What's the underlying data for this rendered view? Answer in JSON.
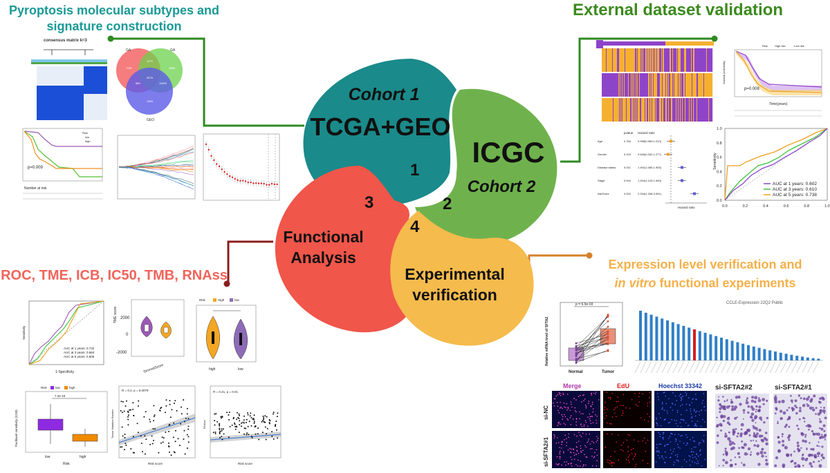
{
  "titles": {
    "tl": "Pyroptosis molecular subtypes and signature construction",
    "tr": "External dataset validation",
    "bl": "ROC, TME, ICB, IC50, TMB, RNAss",
    "br_line1": "Expression level verification and",
    "br_line2_italic": "in vitro",
    "br_line2_rest": " functional experiments"
  },
  "colors": {
    "teal": "#1b8a8a",
    "green": "#6fb24d",
    "red": "#f0564a",
    "orange": "#f5bb4c",
    "title_teal": "#1a9a96",
    "title_green": "#3c8a1e",
    "title_red": "#f0645a",
    "title_orange": "#f5b04a",
    "line_green": "#2f8a22",
    "line_red": "#8b1d1d",
    "line_orange": "#d6802b"
  },
  "center": {
    "teal_cohort": "Cohort 1",
    "teal_main": "TCGA+GEO",
    "teal_num": "1",
    "green_main": "ICGC",
    "green_cohort": "Cohort 2",
    "green_num": "2",
    "red_main_1": "Functional",
    "red_main_2": "Analysis",
    "red_num": "3",
    "orange_main_1": "Experimental",
    "orange_main_2": "verification",
    "orange_num": "4"
  },
  "tl_panels": {
    "consensus_title": "consensus matrix k=3",
    "venn_labels": [
      "GA",
      "GA",
      "GEO"
    ],
    "venn_values": [
      "1781",
      "1179",
      "4888",
      "880",
      "5578",
      "11000",
      "1563"
    ],
    "km_pval": "p=0.009",
    "km_risk_label": "Number at risk",
    "km_legend": [
      "Risk",
      "low",
      "high"
    ]
  },
  "tr_panels": {
    "km_pval": "p=0.008",
    "km_xlabel": "Time(years)",
    "km_ylabel": "Survival probability",
    "km_legend": [
      "Risk",
      "High risk",
      "Low risk"
    ],
    "forest_headers": [
      "pvalue",
      "Hazard ratio"
    ],
    "forest_rows": [
      {
        "name": "Age",
        "p": "0.784",
        "hr": "0.998(0.983-1.013)"
      },
      {
        "name": "Gender",
        "p": "0.102",
        "hr": "0.546(0.342-1.277)"
      },
      {
        "name": "Disease status",
        "p": "0.011",
        "hr": "1.492(1.085-1.963)"
      },
      {
        "name": "Stage",
        "p": "0.004",
        "hr": "1.494(1.125-1.983)"
      },
      {
        "name": "riskScore",
        "p": "0.002",
        "hr": "2.294(1.338-3.951)"
      }
    ],
    "forest_xlabel": "Hazard ratio",
    "roc_ylabel": "Sensitivity",
    "roc_ticks": [
      "0.0",
      "0.2",
      "0.4",
      "0.6",
      "0.8",
      "1.0"
    ],
    "roc_legend": [
      {
        "label": "AUC at 1 years: 0.602",
        "color": "#8e44c9"
      },
      {
        "label": "AUC at 3 years: 0.610",
        "color": "#3cc43c"
      },
      {
        "label": "AUC at 5 years: 0.738",
        "color": "#f0a020"
      }
    ]
  },
  "bl_panels": {
    "roc_legend": [
      "AUC at 1 years: 0.732",
      "AUC at 3 years: 0.684",
      "AUC at 5 years: 0.606"
    ],
    "roc_xlabel": "1-Specificity",
    "roc_ylabel": "Sensitivity",
    "tme_ylabel": "TME score",
    "tme_xlabel": "StromalScore",
    "tme_ticks": [
      "2000",
      "0",
      "-2000"
    ],
    "icb_legend": [
      "Risk",
      "High",
      "low"
    ],
    "icb_xlabels": [
      "high",
      "low"
    ],
    "ic50_legend": [
      "Risk",
      "low",
      "high"
    ],
    "ic50_pval": "7.2e-16",
    "ic50_ylabel": "Paclitaxel sensitivity (IC50)",
    "ic50_xlabels": [
      "low",
      "high"
    ],
    "ic50_xtitle": "Risk",
    "tmb_stat": "R = 0.2, p = 0.0079",
    "tmb_xlabel": "Risk score",
    "tmb_ylabel": "Tumor Mutation Burden",
    "rnass_stat": "R = 0.21, p = 0.01",
    "rnass_xlabel": "Risk score",
    "rnass_ylabel": "RNAss"
  },
  "br_panels": {
    "box_pval": "p = 6.5e-03",
    "box_ylabel": "Relative mRNA level of SFTA2",
    "box_xlabels": [
      "Normal",
      "Tumor"
    ],
    "ccle_title": "CCLE-Expression 22Q2 Public",
    "edu_headers": [
      "Merge",
      "EdU",
      "Hoechst 33342"
    ],
    "edu_rows": [
      "si-NC",
      "si-SFTA2#1"
    ],
    "transwell_labels": [
      "si-SFTA2#2",
      "si-SFTA2#1"
    ]
  }
}
